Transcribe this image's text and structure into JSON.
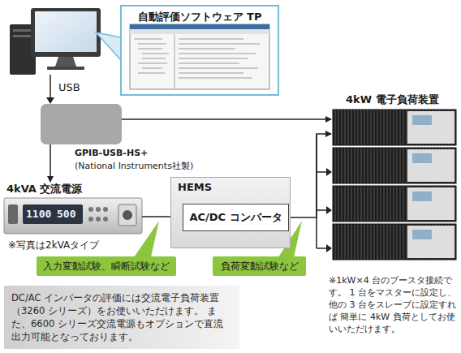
{
  "diagram": {
    "nodes": [
      {
        "text": [
          "自動評価ソフトウェア TP"
        ]
      },
      {
        "text": [
          "GPIB-USB-HS+",
          "(National Instruments社製)"
        ]
      },
      {
        "text": [
          "4kW 電子負荷装置"
        ]
      },
      {
        "text": [
          "4kVA 交流電源"
        ]
      },
      {
        "text": [
          "HEMS"
        ]
      },
      {
        "text": [
          "AC/DC コンバータ"
        ],
        "in": 4
      },
      {
        "text": [
          "入力変動試験、瞬断試験など"
        ]
      },
      {
        "text": [
          "負荷変動試験など"
        ]
      },
      {
        "text": [
          "DC/AC インバータの評価には交流電子負荷装置 （3260 シリーズ）をお使いいただけます。 また、6600 シリーズ交流電源もオプションで直流 出力可能となっております。"
        ]
      }
    ],
    "edges": [
      {
        "from": 1,
        "to": 2,
        "arrow": "to"
      },
      {
        "from": 1,
        "to": 3,
        "arrow": "to"
      },
      {
        "from": 3,
        "to": 5,
        "arrow": "to"
      },
      {
        "from": 5,
        "to": 2,
        "arrow": "to"
      }
    ],
    "labels": [
      "USB",
      "※写真は2kVAタイプ",
      "1100",
      "500",
      "※1kW×4 台のブースタ接続です。 1 台をマスターに設定し、他の 3 台をスレーブに設定すれば 簡単に 4kW 負荷としてお使いいただけます。"
    ]
  }
}
